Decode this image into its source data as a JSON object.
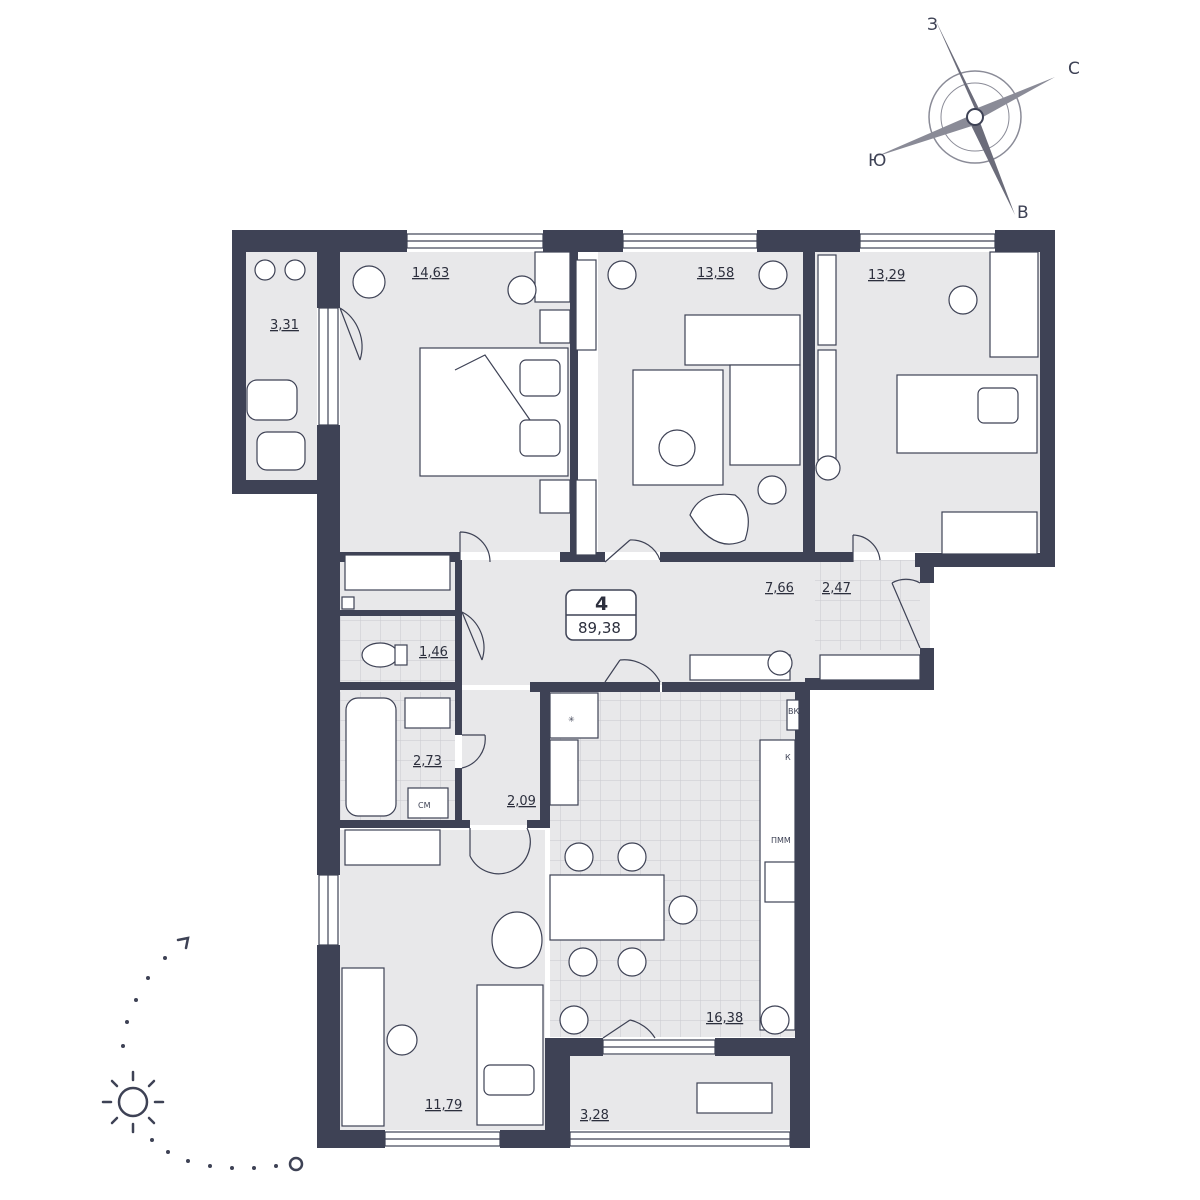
{
  "compass": {
    "north": "С",
    "south": "Ю",
    "east": "В",
    "west": "З"
  },
  "apartment": {
    "rooms_count": "4",
    "total_area": "89,38"
  },
  "rooms": {
    "balcony_left": "3,31",
    "bedroom_1": "14,63",
    "living_room": "13,58",
    "bedroom_2": "13,29",
    "hall": "7,66",
    "wardrobe": "2,47",
    "toilet": "1,46",
    "bathroom": "2,73",
    "corridor": "2,09",
    "bedroom_3": "11,79",
    "kitchen": "16,38",
    "balcony_bottom": "3,28"
  },
  "fixtures": {
    "washer": "СМ",
    "dishwasher": "ПММ",
    "water_heater": "ВК",
    "boiler": "К"
  },
  "colors": {
    "wall": "#3e4255",
    "floor": "#e8e8ea",
    "tile_line": "#c9c9cf",
    "accent": "#8a8b97"
  },
  "icons": [
    "compass-rose-icon",
    "sun-icon",
    "sun-path-arrow-icon"
  ]
}
